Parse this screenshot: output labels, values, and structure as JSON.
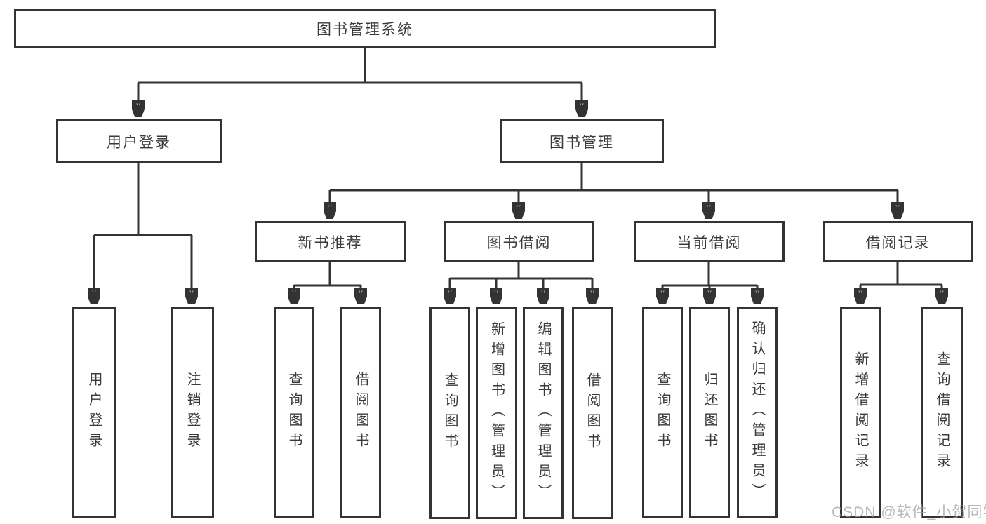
{
  "diagram": {
    "root": "图书管理系统",
    "children": [
      {
        "label": "用户登录",
        "children": [
          "用户登录",
          "注销登录"
        ]
      },
      {
        "label": "图书管理",
        "children": [
          {
            "label": "新书推荐",
            "children": [
              "查询图书",
              "借阅图书"
            ]
          },
          {
            "label": "图书借阅",
            "children": [
              "查询图书",
              "新增图书（管理员）",
              "编辑图书（管理员）",
              "借阅图书"
            ]
          },
          {
            "label": "当前借阅",
            "children": [
              "查询图书",
              "归还图书",
              "确认归还（管理员）"
            ]
          },
          {
            "label": "借阅记录",
            "children": [
              "新增借阅记录",
              "查询借阅记录"
            ]
          }
        ]
      }
    ]
  },
  "watermark": {
    "text": "CSDN @软件_小贺同学"
  },
  "colors": {
    "line": "#333333",
    "text": "#3a3a3a",
    "background": "#ffffff",
    "watermark": "#a0a0a0"
  }
}
